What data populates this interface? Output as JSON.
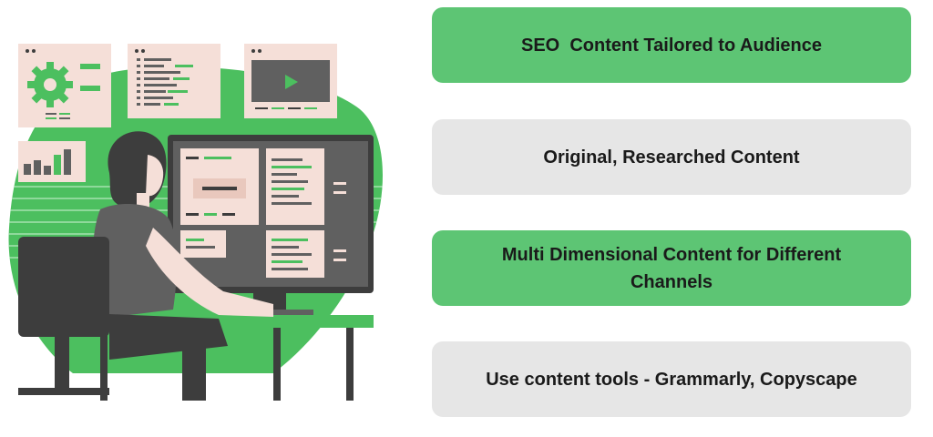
{
  "illustration": {
    "name": "person-working-at-computer",
    "colors": {
      "green": "#4cbf5f",
      "pink": "#f5dfd8",
      "dark": "#3d3d3d",
      "grey": "#606060"
    }
  },
  "cards": [
    {
      "label": "SEO  Content Tailored to Audience",
      "style": "green"
    },
    {
      "label": "Original, Researched Content",
      "style": "grey"
    },
    {
      "label": "Multi Dimensional Content for Different Channels",
      "style": "green"
    },
    {
      "label": "Use content tools - Grammarly, Copyscape",
      "style": "grey"
    }
  ],
  "colors": {
    "card_green": "#5dc574",
    "card_grey": "#e6e6e6",
    "text": "#1a1a1a"
  }
}
